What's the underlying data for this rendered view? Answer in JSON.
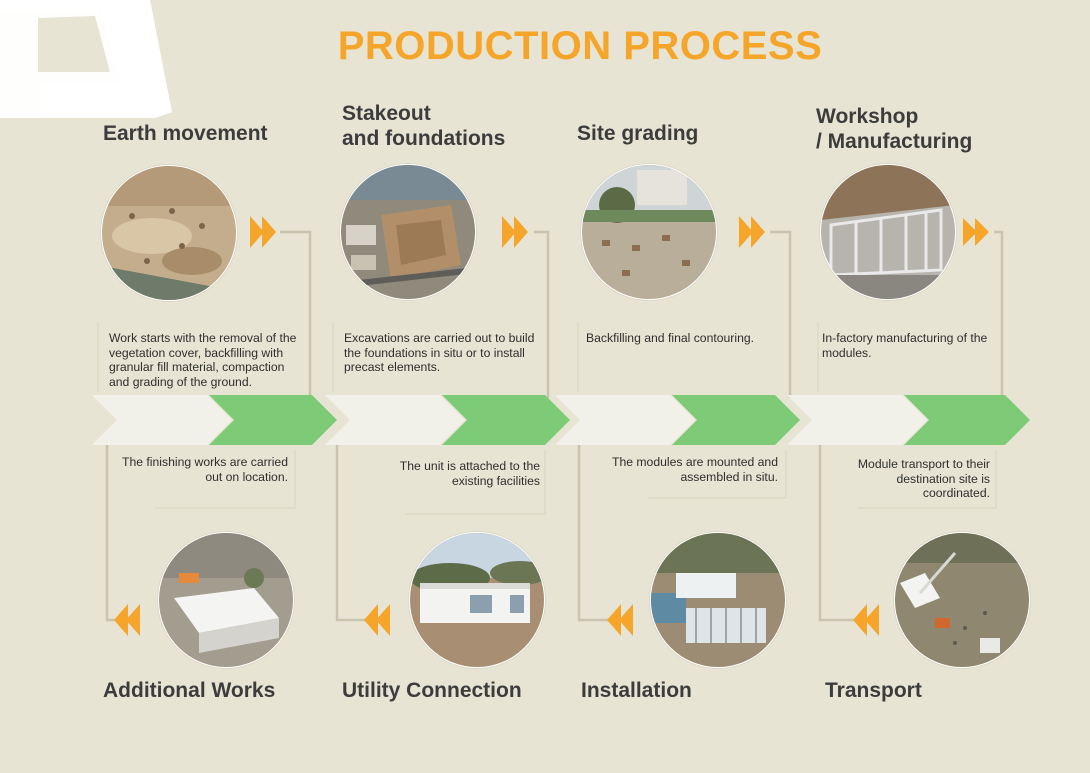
{
  "title": "PRODUCTION PROCESS",
  "colors": {
    "background": "#e8e4d3",
    "accent_orange": "#f5a52a",
    "arrow_green": "#7dcb76",
    "arrow_light": "#f1f1ea",
    "connector_line": "#c9c4b0"
  },
  "top_steps": [
    {
      "title_lines": [
        "Earth movement"
      ],
      "description_lines": [
        "Work starts with the removal of the",
        "vegetation cover, backfilling with",
        "granular fill material, compaction",
        "and grading of the ground."
      ]
    },
    {
      "title_lines": [
        "Stakeout",
        "and foundations"
      ],
      "description_lines": [
        "Excavations are carried out to build",
        "the foundations in situ or to install",
        "precast elements."
      ]
    },
    {
      "title_lines": [
        "Site grading"
      ],
      "description_lines": [
        "Backfilling and final contouring."
      ]
    },
    {
      "title_lines": [
        "Workshop",
        "/ Manufacturing"
      ],
      "description_lines": [
        "In-factory manufacturing of the",
        "modules."
      ]
    }
  ],
  "bottom_steps": [
    {
      "title": "Additional Works",
      "description_lines": [
        "The finishing works are carried",
        "out on location."
      ]
    },
    {
      "title": "Utility Connection",
      "description_lines": [
        "The unit is attached to the",
        "existing facilities"
      ]
    },
    {
      "title": "Installation",
      "description_lines": [
        "The modules are mounted and",
        "assembled in situ."
      ]
    },
    {
      "title": "Transport",
      "description_lines": [
        "Module transport to their",
        "destination site is",
        "coordinated."
      ]
    }
  ]
}
